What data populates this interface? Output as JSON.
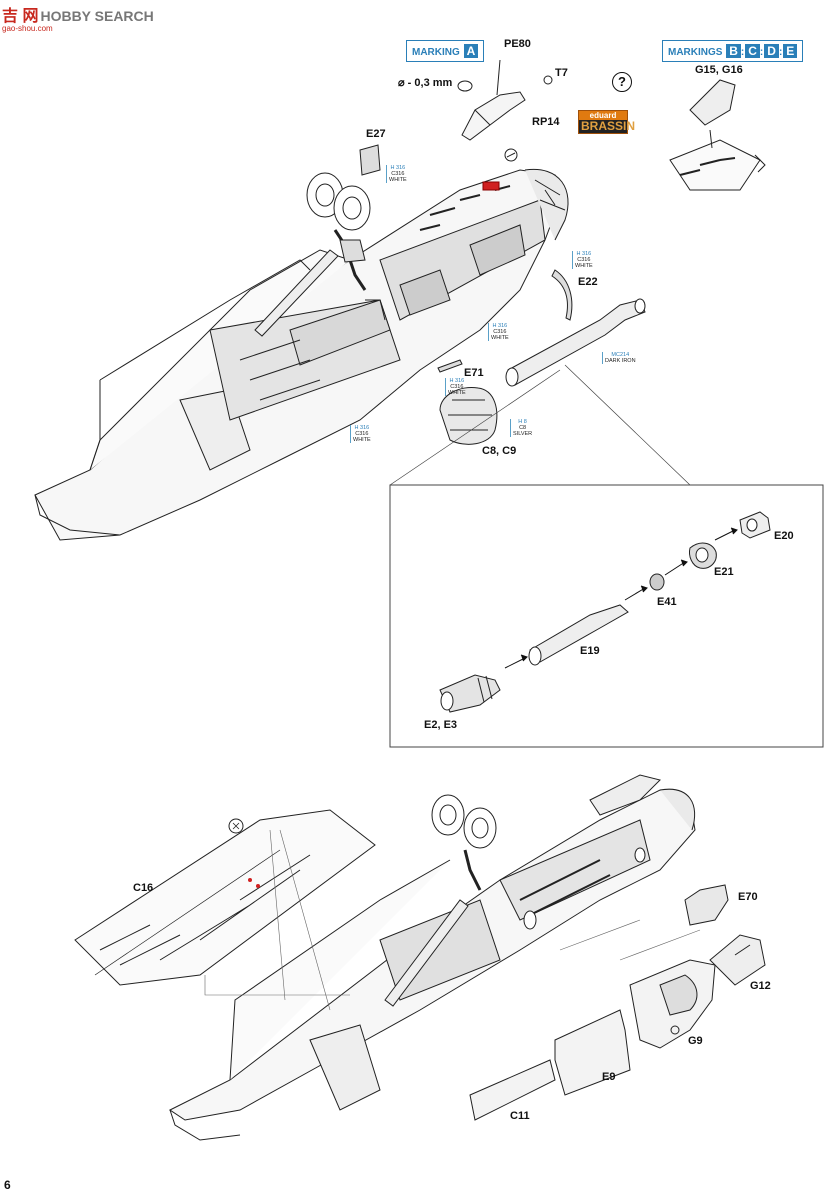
{
  "watermark": {
    "cn": "吉 网",
    "en": "HOBBY SEARCH",
    "url": "gao-shou.com"
  },
  "page_number": "6",
  "marking_a": {
    "label": "MARKING",
    "tag": "A"
  },
  "markings_bcde": {
    "label": "MARKINGS",
    "tags": [
      "B",
      "C",
      "D",
      "E"
    ]
  },
  "brassin": {
    "brand": "eduard",
    "name": "BRASSIN"
  },
  "drill_note": "⌀ - 0,3 mm",
  "help_symbol": "?",
  "parts": {
    "pe80": "PE80",
    "t7": "T7",
    "rp14": "RP14",
    "g15g16": "G15, G16",
    "e27": "E27",
    "e22": "E22",
    "e71": "E71",
    "c8c9": "C8, C9",
    "e20": "E20",
    "e21": "E21",
    "e41": "E41",
    "e19": "E19",
    "e2e3": "E2, E3",
    "c16": "C16",
    "e70": "E70",
    "g12": "G12",
    "g9": "G9",
    "e9": "E9",
    "c11": "C11"
  },
  "paints": [
    {
      "h": "H 316",
      "c": "C316",
      "name": "WHITE"
    },
    {
      "h": "H 316",
      "c": "C316",
      "name": "WHITE"
    },
    {
      "h": "H 316",
      "c": "C316",
      "name": "WHITE"
    },
    {
      "h": "H 316",
      "c": "C316",
      "name": "WHITE"
    },
    {
      "h": "H 316",
      "c": "C316",
      "name": "WHITE"
    },
    {
      "h": "H 8",
      "c": "C8",
      "name": "SILVER"
    },
    {
      "h": "",
      "c": "MC214",
      "name": "DARK IRON"
    }
  ]
}
